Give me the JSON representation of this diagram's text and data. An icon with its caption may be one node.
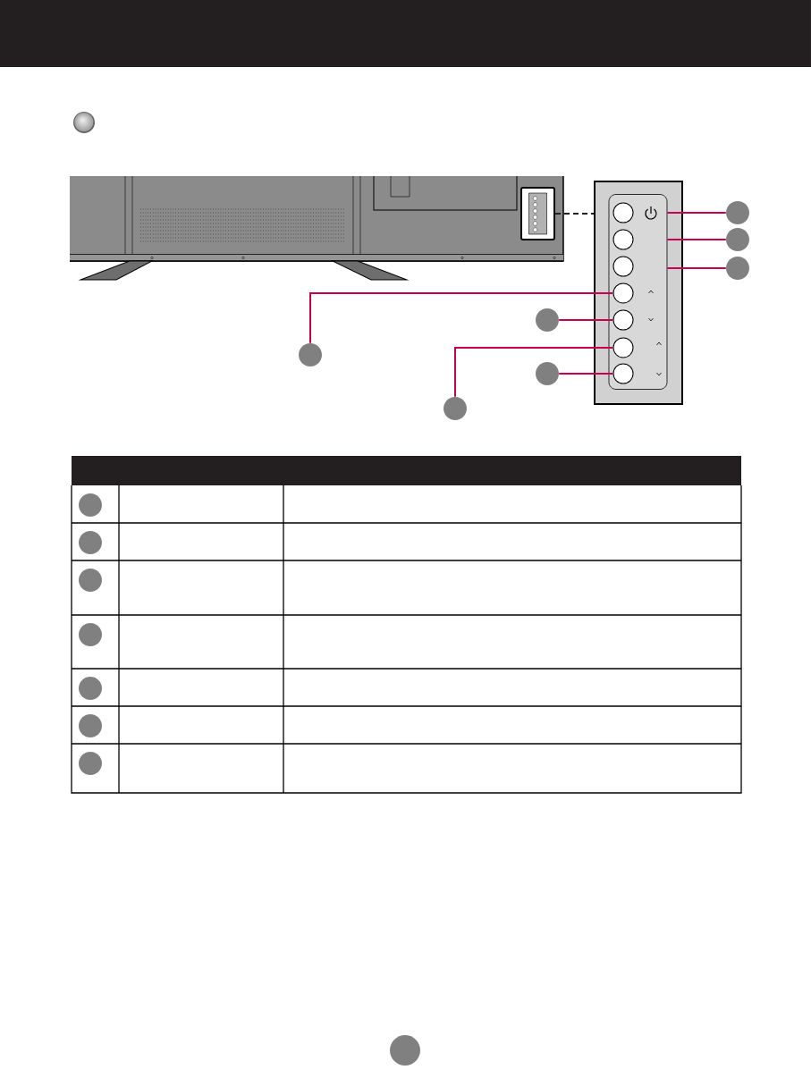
{
  "diagram": {
    "nodes": [
      {
        "text": [],
        "shape": "box"
      },
      {
        "text": [],
        "shape": "box"
      },
      {
        "text": [],
        "shape": "box",
        "in": 1
      },
      {
        "text": [],
        "shape": "circle",
        "in": 2
      },
      {
        "text": [],
        "shape": "circle",
        "in": 2
      },
      {
        "text": [],
        "shape": "circle",
        "in": 2
      },
      {
        "text": [],
        "shape": "circle",
        "in": 2
      },
      {
        "text": [],
        "shape": "circle",
        "in": 2
      },
      {
        "text": [],
        "shape": "circle",
        "in": 2
      },
      {
        "text": [],
        "shape": "circle",
        "in": 2
      },
      {
        "text": [],
        "shape": "circle"
      },
      {
        "text": [],
        "shape": "circle"
      },
      {
        "text": [],
        "shape": "circle"
      },
      {
        "text": [],
        "shape": "circle"
      },
      {
        "text": [],
        "shape": "circle"
      },
      {
        "text": [],
        "shape": "circle"
      },
      {
        "text": [],
        "shape": "circle"
      },
      {
        "text": [],
        "shape": "circle"
      },
      {
        "text": [],
        "shape": "circle"
      },
      {
        "text": [],
        "shape": "circle"
      },
      {
        "text": [],
        "shape": "circle"
      },
      {
        "text": [],
        "shape": "circle"
      },
      {
        "text": [],
        "shape": "circle"
      },
      {
        "text": [],
        "shape": "circle"
      }
    ],
    "edges": [
      {
        "from": 0,
        "to": 1,
        "arrow": "none",
        "style": "dashed",
        "color": "#231f20"
      },
      {
        "from": 10,
        "to": 2,
        "arrow": "none"
      },
      {
        "from": 11,
        "to": 2,
        "arrow": "none"
      },
      {
        "from": 12,
        "to": 2,
        "arrow": "none"
      },
      {
        "from": 13,
        "to": 6,
        "arrow": "none"
      },
      {
        "from": 14,
        "to": 7,
        "arrow": "none"
      },
      {
        "from": 15,
        "to": 8,
        "arrow": "none"
      },
      {
        "from": 16,
        "to": 9,
        "arrow": "none"
      }
    ]
  }
}
